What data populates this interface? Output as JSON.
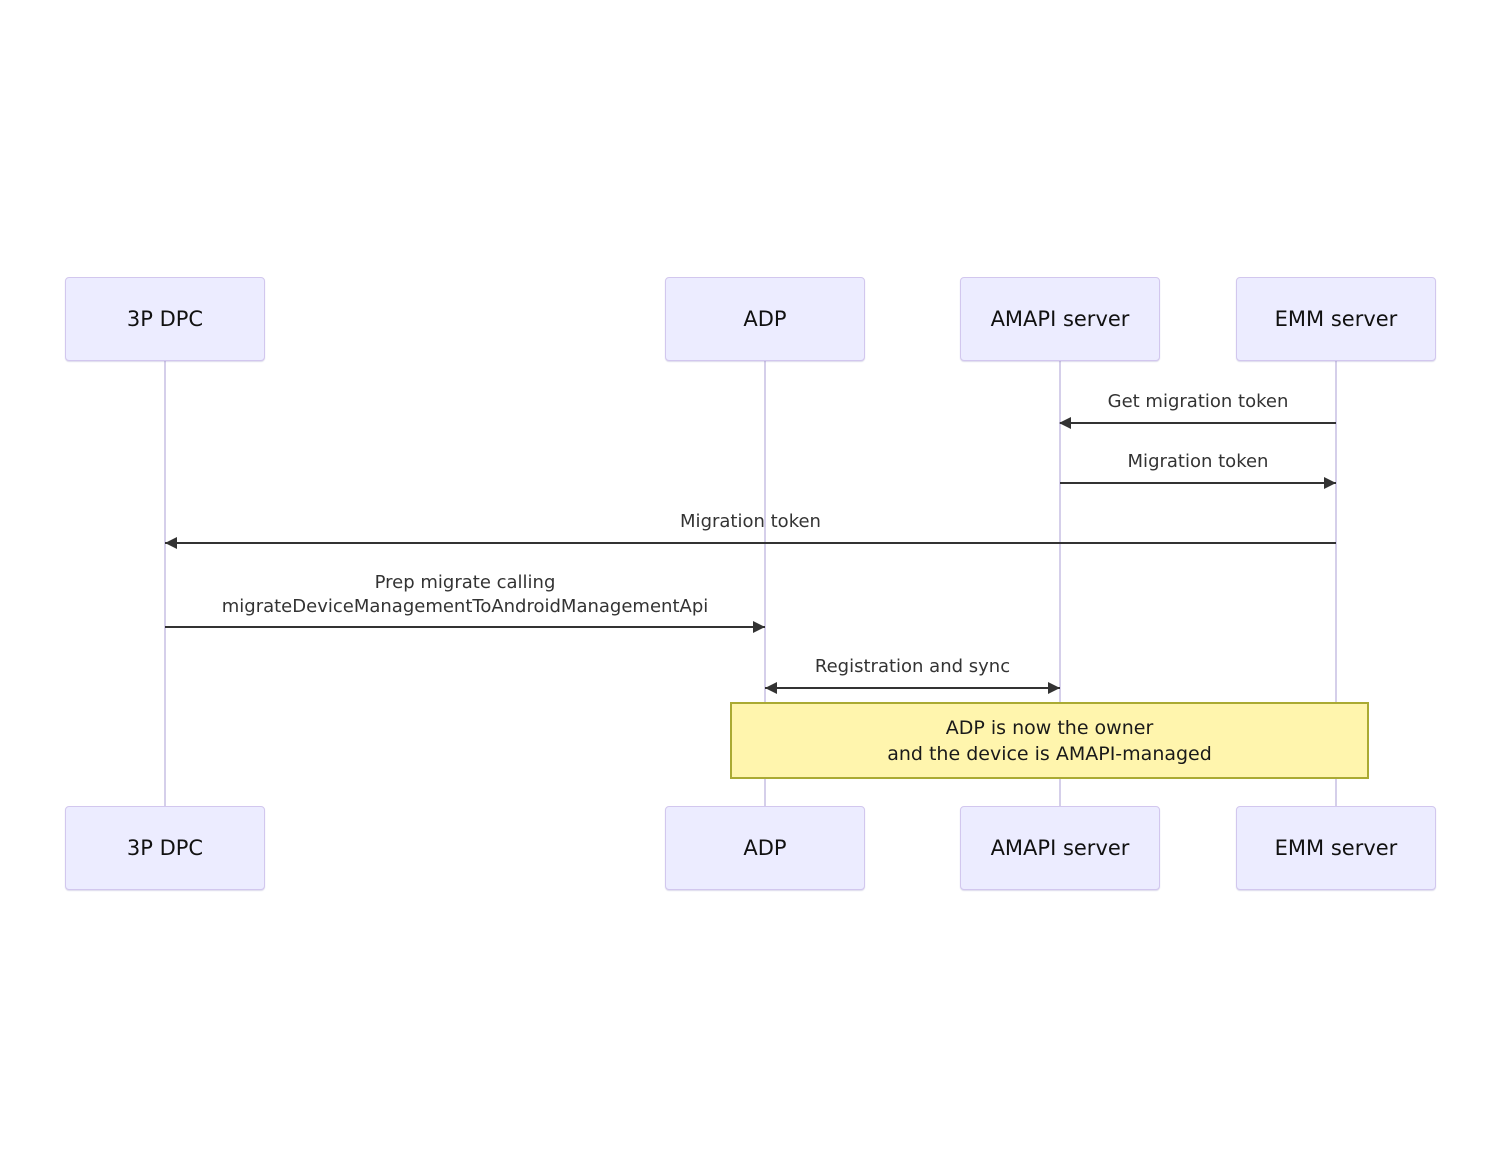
{
  "diagram": {
    "type": "sequence",
    "actors": [
      {
        "id": "3p-dpc",
        "label": "3P DPC"
      },
      {
        "id": "adp",
        "label": "ADP"
      },
      {
        "id": "amapi-server",
        "label": "AMAPI server"
      },
      {
        "id": "emm-server",
        "label": "EMM server"
      }
    ],
    "messages": [
      {
        "from": "EMM server",
        "to": "AMAPI server",
        "direction": "left",
        "lines": [
          "Get migration token"
        ]
      },
      {
        "from": "AMAPI server",
        "to": "EMM server",
        "direction": "right",
        "lines": [
          "Migration token"
        ]
      },
      {
        "from": "EMM server",
        "to": "3P DPC",
        "direction": "left",
        "lines": [
          "Migration token"
        ]
      },
      {
        "from": "3P DPC",
        "to": "ADP",
        "direction": "right",
        "lines": [
          "Prep migrate calling",
          "migrateDeviceManagementToAndroidManagementApi"
        ]
      },
      {
        "from": "ADP",
        "to": "AMAPI server",
        "direction": "both",
        "lines": [
          "Registration and sync"
        ]
      }
    ],
    "note": {
      "over": "ADP, AMAPI server, EMM server",
      "lines": [
        "ADP is now the owner",
        "and the device is AMAPI-managed"
      ]
    },
    "colors": {
      "background": "#FFFFFF",
      "actor_fill": "#ECECFF",
      "actor_border": "#D2C7EE",
      "actor_text": "#111111",
      "lifeline": "#D5CFEA",
      "message_line": "#333333",
      "message_text": "#333333",
      "note_fill": "#FFF5AD",
      "note_border": "#AAAA33",
      "note_text": "#1A1A1A"
    }
  }
}
